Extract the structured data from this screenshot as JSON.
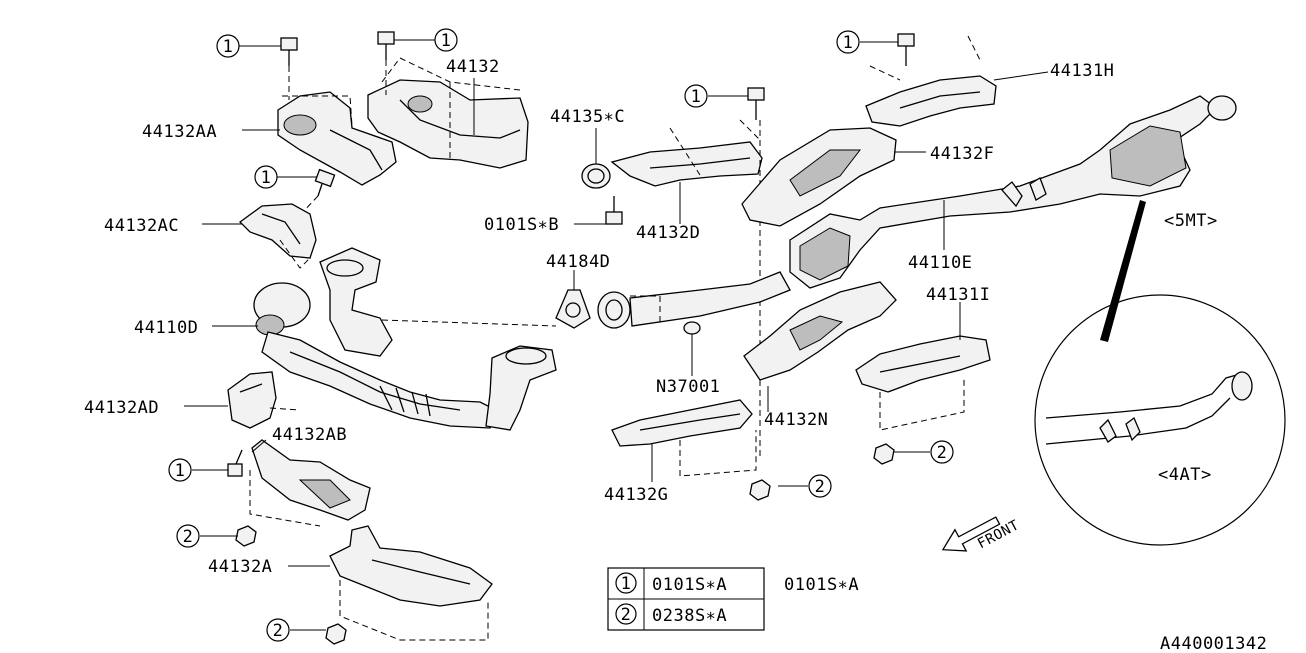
{
  "labels": {
    "p44132": "44132",
    "p44132AA": "44132AA",
    "p44132AC": "44132AC",
    "p44110D": "44110D",
    "p44132AD": "44132AD",
    "p44132AB": "44132AB",
    "p44132A": "44132A",
    "p44135C": "44135∗C",
    "p0101SB": "0101S∗B",
    "p44132D": "44132D",
    "p44184D": "44184D",
    "pN37001": "N37001",
    "p44132G": "44132G",
    "p44132N": "44132N",
    "p44131H": "44131H",
    "p44132F": "44132F",
    "p44110E": "44110E",
    "p44131I": "44131I",
    "p5MT": "<5MT>",
    "p4AT": "<4AT>",
    "front": "FRONT",
    "diagram_id": "A440001342"
  },
  "callouts": {
    "one": "1",
    "two": "2"
  },
  "legend": [
    {
      "key": "1",
      "part": "0101S∗A"
    },
    {
      "key": "2",
      "part": "0238S∗A"
    }
  ],
  "legend_note": "0101S∗A"
}
